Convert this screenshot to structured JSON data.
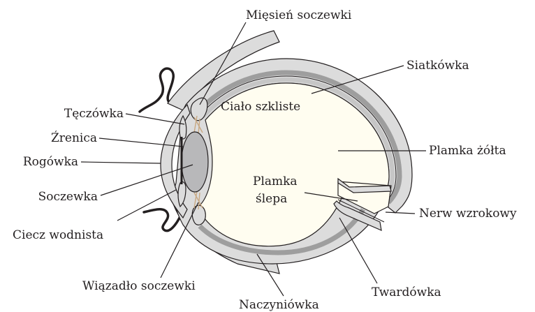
{
  "labels": {
    "miesien_soczewki": "Mięsień soczewki",
    "siatkowka": "Siatkówka",
    "teczowka": "Tęczówka",
    "zrenica": "Źrenica",
    "rogowka": "Rogówka",
    "soczewka": "Soczewka",
    "ciecz_wodnista": "Ciecz wodnista",
    "wiazadlo_soczewki": "Wiązadło soczewki",
    "naczyniowka": "Naczyniówka",
    "twardowka": "Twardówka",
    "nerw_wzrokowy": "Nerw wzrokowy",
    "plamka_zolta": "Plamka żółta",
    "cialo_szkliste": "Ciało szkliste",
    "plamka_slepa_line1": "Plamka",
    "plamka_slepa_line2": "ślepa"
  },
  "colors": {
    "sclera": "#dcdcdc",
    "choroid": "#b5b5b5",
    "retina": "#c9c9c9",
    "vitreous": "#fffdf0",
    "lens": "#b8b8ba",
    "ligament": "#c8a882",
    "line": "#231f20"
  }
}
